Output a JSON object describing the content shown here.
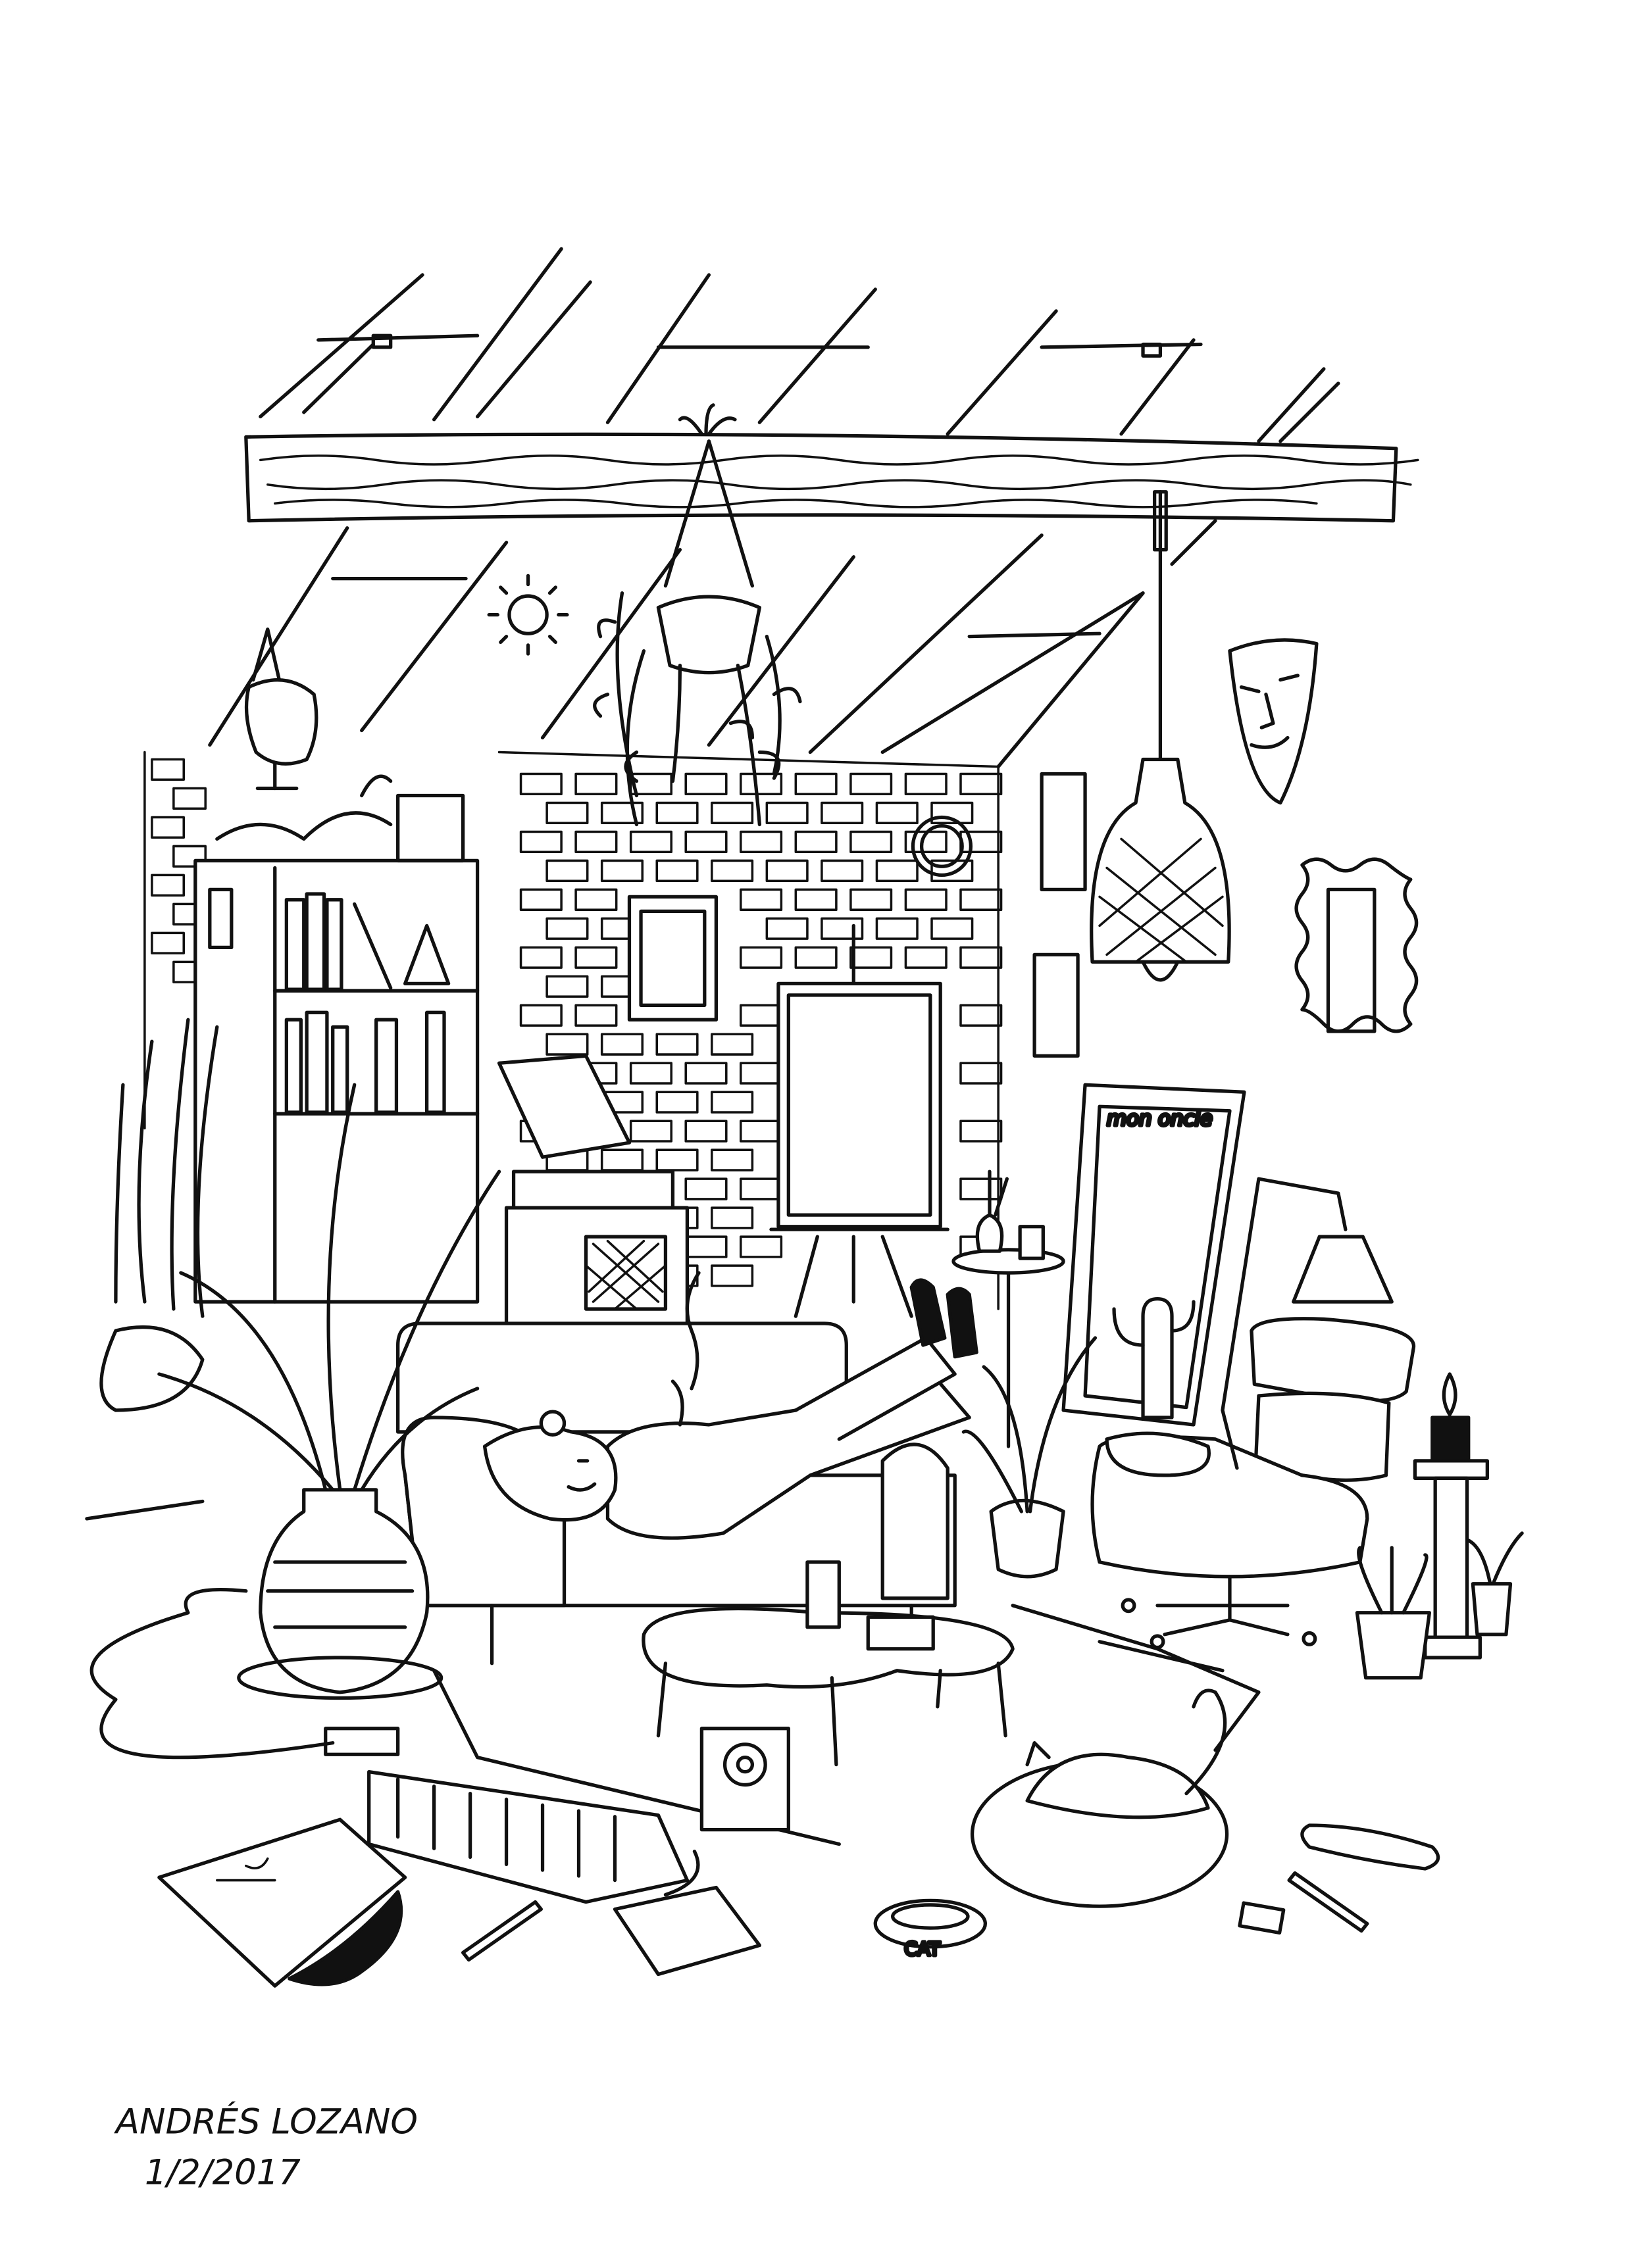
{
  "artwork": {
    "signature": {
      "name": "ANDRÉS LOZANO",
      "date": "1/2/2017"
    },
    "mirror_caption": "mon oncle",
    "cat_bowl_label": "CAT",
    "colors": {
      "ink": "#111111",
      "paper": "#ffffff"
    }
  }
}
